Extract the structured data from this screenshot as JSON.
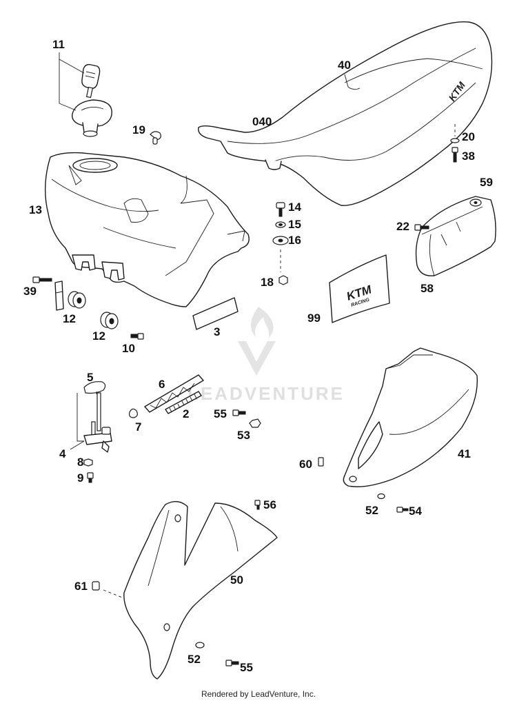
{
  "callouts": {
    "c11": "11",
    "c40": "40",
    "c040": "040",
    "c19": "19",
    "c20": "20",
    "c38": "38",
    "c13": "13",
    "c14": "14",
    "c15": "15",
    "c16": "16",
    "c59": "59",
    "c22": "22",
    "c58": "58",
    "c39": "39",
    "c18": "18",
    "c12a": "12",
    "c12b": "12",
    "c99": "99",
    "c10": "10",
    "c3": "3",
    "c5": "5",
    "c6": "6",
    "c2": "2",
    "c7": "7",
    "c55a": "55",
    "c53": "53",
    "c4": "4",
    "c8": "8",
    "c9": "9",
    "c60": "60",
    "c41": "41",
    "c56": "56",
    "c52a": "52",
    "c54": "54",
    "c61": "61",
    "c50": "50",
    "c52b": "52",
    "c55b": "55"
  },
  "branding": {
    "seat_logo": "KTM",
    "sticker_logo": "KTM",
    "sticker_subtext": "RACING",
    "watermark": "LEADVENTURE"
  },
  "footer": {
    "credit": "Rendered by LeadVenture, Inc."
  },
  "colors": {
    "line": "#1a1a1a",
    "background": "#ffffff",
    "watermark": "#d9d9d9"
  }
}
